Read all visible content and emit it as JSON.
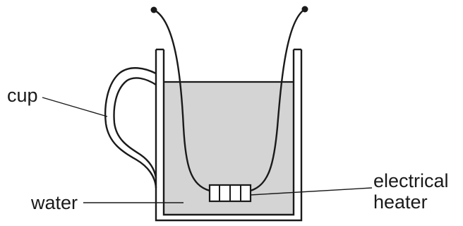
{
  "labels": {
    "cup": "cup",
    "water": "water",
    "heater_line1": "electrical",
    "heater_line2": "heater"
  },
  "colors": {
    "water_fill": "#d4d4d4",
    "outline": "#1a1a1a",
    "background": "#ffffff"
  }
}
